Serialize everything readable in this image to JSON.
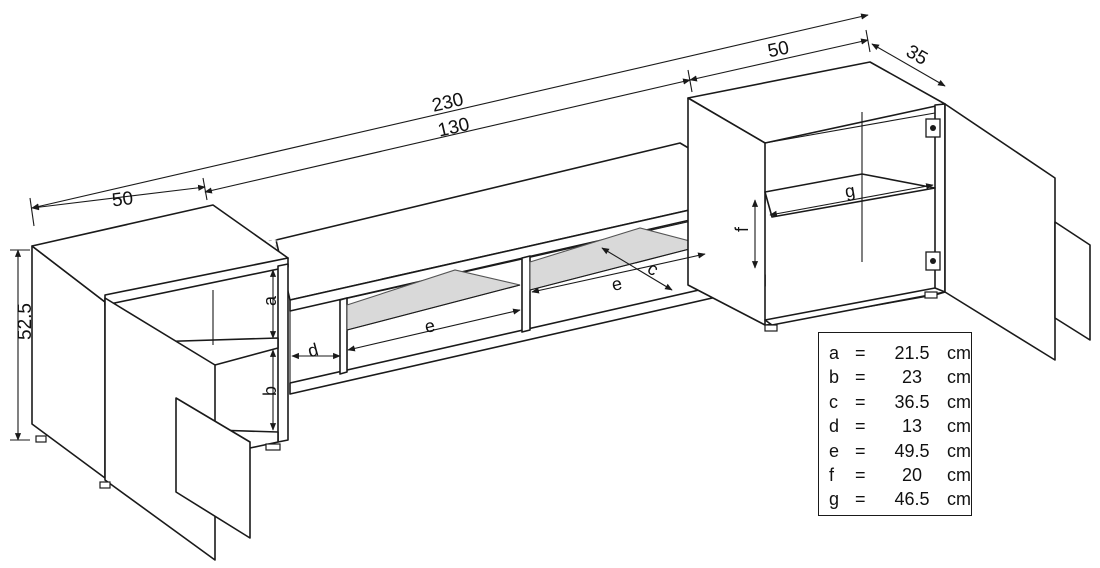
{
  "dimensions": {
    "total_width": "230",
    "middle_width": "130",
    "left_width": "50",
    "right_width": "50",
    "depth": "35",
    "height": "52.5",
    "label_a": "a",
    "label_b": "b",
    "label_c": "c",
    "label_d": "d",
    "label_e": "e",
    "label_f": "f",
    "label_g": "g"
  },
  "legend": {
    "rows": [
      {
        "key": "a",
        "eq": "=",
        "value": "21.5",
        "unit": "cm"
      },
      {
        "key": "b",
        "eq": "=",
        "value": "23",
        "unit": "cm"
      },
      {
        "key": "c",
        "eq": "=",
        "value": "36.5",
        "unit": "cm"
      },
      {
        "key": "d",
        "eq": "=",
        "value": "13",
        "unit": "cm"
      },
      {
        "key": "e",
        "eq": "=",
        "value": "49.5",
        "unit": "cm"
      },
      {
        "key": "f",
        "eq": "=",
        "value": "20",
        "unit": "cm"
      },
      {
        "key": "g",
        "eq": "=",
        "value": "46.5",
        "unit": "cm"
      }
    ]
  }
}
